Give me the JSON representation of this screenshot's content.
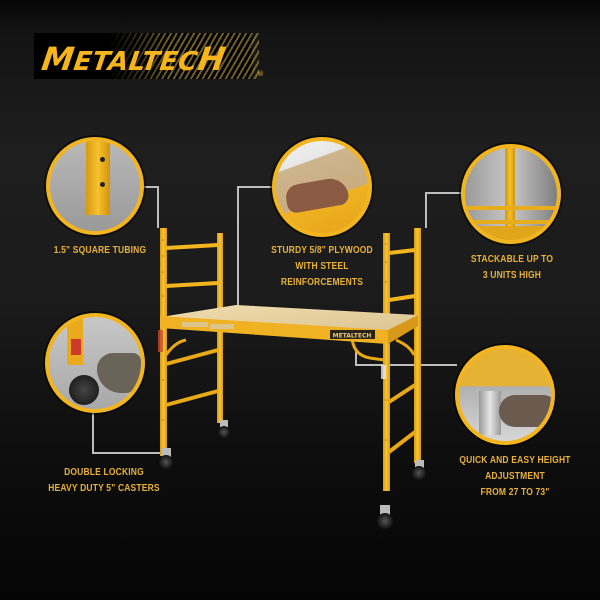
{
  "brand": {
    "logo_text_first": "M",
    "logo_text_rest": "ETALTEC",
    "logo_text_last": "H",
    "registered_mark": "®",
    "accent_color": "#f6b51d"
  },
  "features": [
    {
      "id": "tubing",
      "caption_lines": [
        "1.5\" SQUARE TUBING"
      ],
      "image": "square-tube-closeup"
    },
    {
      "id": "plywood",
      "caption_lines": [
        "STURDY 5/8\" PLYWOOD",
        "WITH STEEL",
        "REINFORCEMENTS"
      ],
      "image": "plywood-hand-closeup"
    },
    {
      "id": "stackable",
      "caption_lines": [
        "STACKABLE UP TO",
        "3 UNITS HIGH"
      ],
      "image": "stacked-frame-closeup"
    },
    {
      "id": "casters",
      "caption_lines": [
        "DOUBLE LOCKING",
        "HEAVY DUTY 5\" CASTERS"
      ],
      "image": "caster-lock-closeup"
    },
    {
      "id": "height",
      "caption_lines": [
        "QUICK AND EASY HEIGHT",
        "ADJUSTMENT",
        "FROM 27 TO 73\""
      ],
      "image": "height-pin-closeup"
    }
  ],
  "product": {
    "platform_label": "METALTECH",
    "frame_color": "#f2b51f",
    "deck_color": "#e6d3a8"
  }
}
